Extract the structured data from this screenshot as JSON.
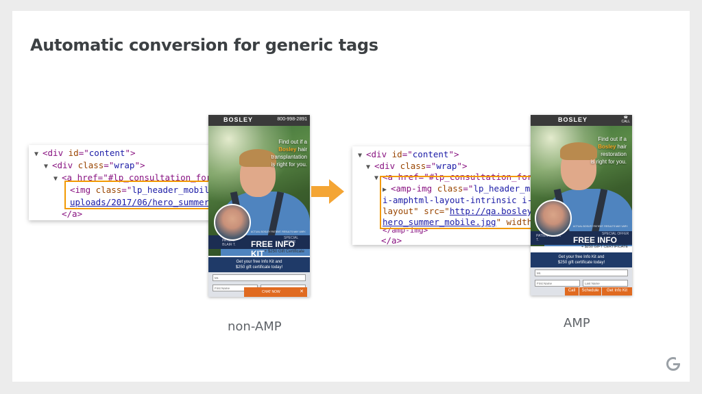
{
  "title": "Automatic conversion for generic tags",
  "left_code": {
    "line1": [
      "<div ",
      "id",
      "=\"",
      "content",
      "\">"
    ],
    "line2": [
      "<div ",
      "class",
      "=\"",
      "wrap",
      "\">"
    ],
    "line3_text": "<a href=\"#lp_consultation_form\">",
    "line4": [
      "<img ",
      "class",
      "=\"",
      "lp_header_mobile"
    ],
    "line5_link": "uploads/2017/06/hero_summer",
    "line6": "</a>"
  },
  "right_code": {
    "line1": [
      "<div ",
      "id",
      "=\"",
      "content",
      "\">"
    ],
    "line2": [
      "<div ",
      "class",
      "=\"",
      "wrap",
      "\">"
    ],
    "line3_text": "<a href=\"#lp_consultation_form\" >",
    "line4": [
      "<amp-img ",
      "class",
      "=\"",
      "lp_header_mobile"
    ],
    "line5": "i-amphtml-layout-intrinsic i-amph",
    "line6_pre": "layout\" src=\"",
    "line6_link": "http://qa.bosley.com",
    "line7_link": "hero_summer_mobile.jpg",
    "line7_post": "\" width=\"66",
    "line8": "</amp-img>",
    "line9": "</a>"
  },
  "non_amp_phone": {
    "brand": "BOSLEY",
    "phone": "800-998-2891",
    "hero_line1": "Find out if a",
    "hero_brand": "Bosley",
    "hero_line2": " hair",
    "hero_line3": "transplantation",
    "hero_line4": "is right for you.",
    "patient_label": "PATIENT",
    "patient_name": "BLAIR T.",
    "disclaimer": "ACTUAL BOSLEY PATIENT. RESULTS MAY VARY.",
    "offer_small": "SPECIAL OFFER",
    "offer_big": "FREE INFO KIT",
    "gift": "+ $250 Gift Certificate",
    "cta_line1": "Get your free Info Kit and",
    "cta_line2": "$250 gift certificate today!",
    "field1": "Mr.",
    "field2": "First Name",
    "field3": "Last Name",
    "chat": "CHAT NOW",
    "chat_close": "✕"
  },
  "amp_phone": {
    "brand": "BOSLEY",
    "call_icon_label": "CALL",
    "hero_line1": "Find out if a",
    "hero_brand": "Bosley",
    "hero_line2": " hair",
    "hero_line3": "restoration",
    "hero_line4": "is right for you.",
    "patient_label": "PATIENT",
    "patient_name": "BLAIR T.",
    "disclaimer": "ACTUAL BOSLEY PATIENT. RESULTS MAY VARY.",
    "offer_small": "SPECIAL OFFER",
    "offer_big": "FREE INFO KIT",
    "gift": "+ $250 GIFT CERTIFICATE",
    "cta_line1": "Get your free Info Kit and",
    "cta_line2": "$250 gift certificate today!",
    "field1": "Mr.",
    "field2": "First Name",
    "field3": "Last Name",
    "btn_call": "Call",
    "btn_schedule": "Schedule",
    "btn_info": "Get Info Kit"
  },
  "caption_left": "non-AMP",
  "caption_right": "AMP",
  "colors": {
    "highlight": "#f29900",
    "arrow": "#f4a534",
    "navy": "#1b2d52",
    "orange": "#e06a20"
  }
}
